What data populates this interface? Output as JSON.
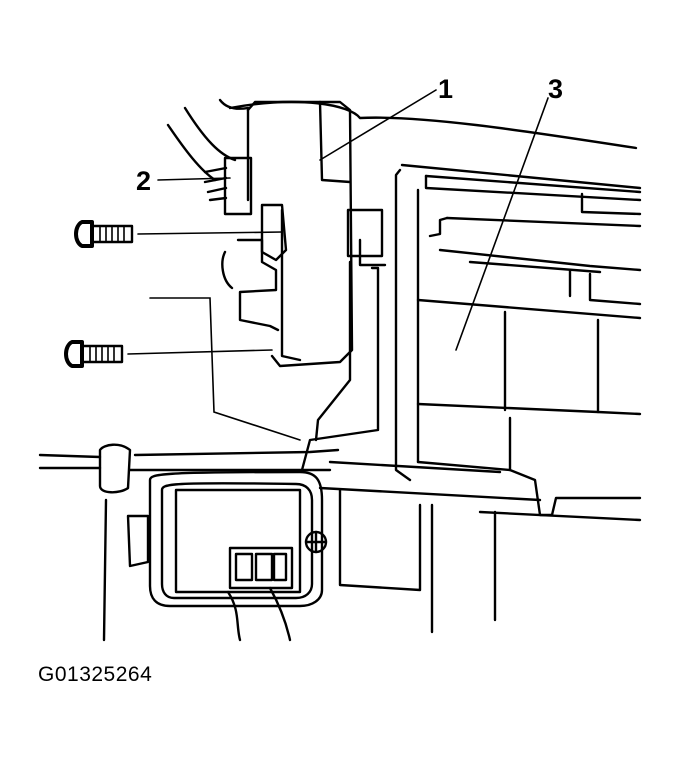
{
  "diagram": {
    "callouts": [
      {
        "id": "1",
        "label": "1"
      },
      {
        "id": "2",
        "label": "2"
      },
      {
        "id": "3",
        "label": "3"
      }
    ],
    "figure_id": "G01325264",
    "icons": [
      "screw-icon",
      "screw-icon",
      "connector-icon",
      "ground-symbol-icon"
    ]
  }
}
